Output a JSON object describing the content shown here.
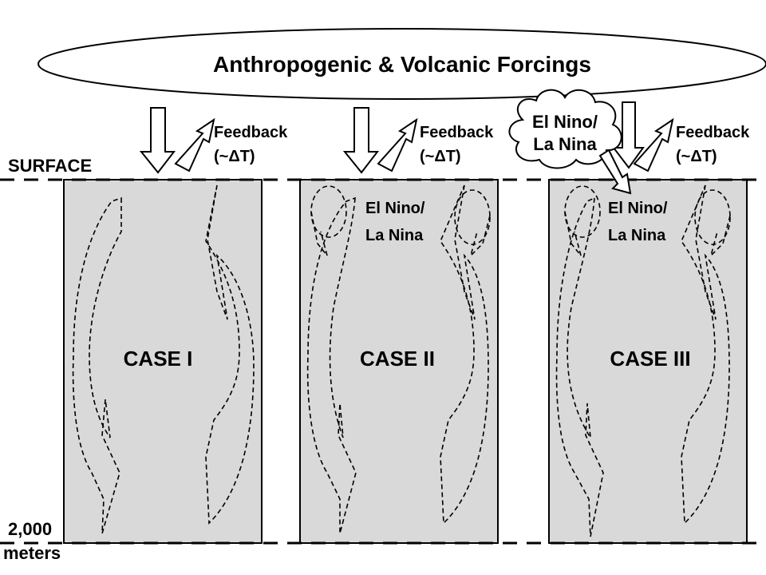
{
  "colors": {
    "panel_fill": "#d9d9d9",
    "stroke": "#000000",
    "cloud_fill": "#ffffff",
    "background": "#ffffff"
  },
  "header": {
    "forcings_label": "Anthropogenic & Volcanic Forcings"
  },
  "depth_labels": {
    "surface": "SURFACE",
    "bottom_line1": "2,000",
    "bottom_line2": "meters"
  },
  "feedback": {
    "line1": "Feedback",
    "line2": "(~ΔT)"
  },
  "cloud": {
    "line1": "El Nino/",
    "line2": "La Nina"
  },
  "cases": [
    {
      "label": "CASE I",
      "inner_line1": "",
      "inner_line2": ""
    },
    {
      "label": "CASE II",
      "inner_line1": "El Nino/",
      "inner_line2": "La Nina"
    },
    {
      "label": "CASE III",
      "inner_line1": "El Nino/",
      "inner_line2": "La Nina"
    }
  ]
}
